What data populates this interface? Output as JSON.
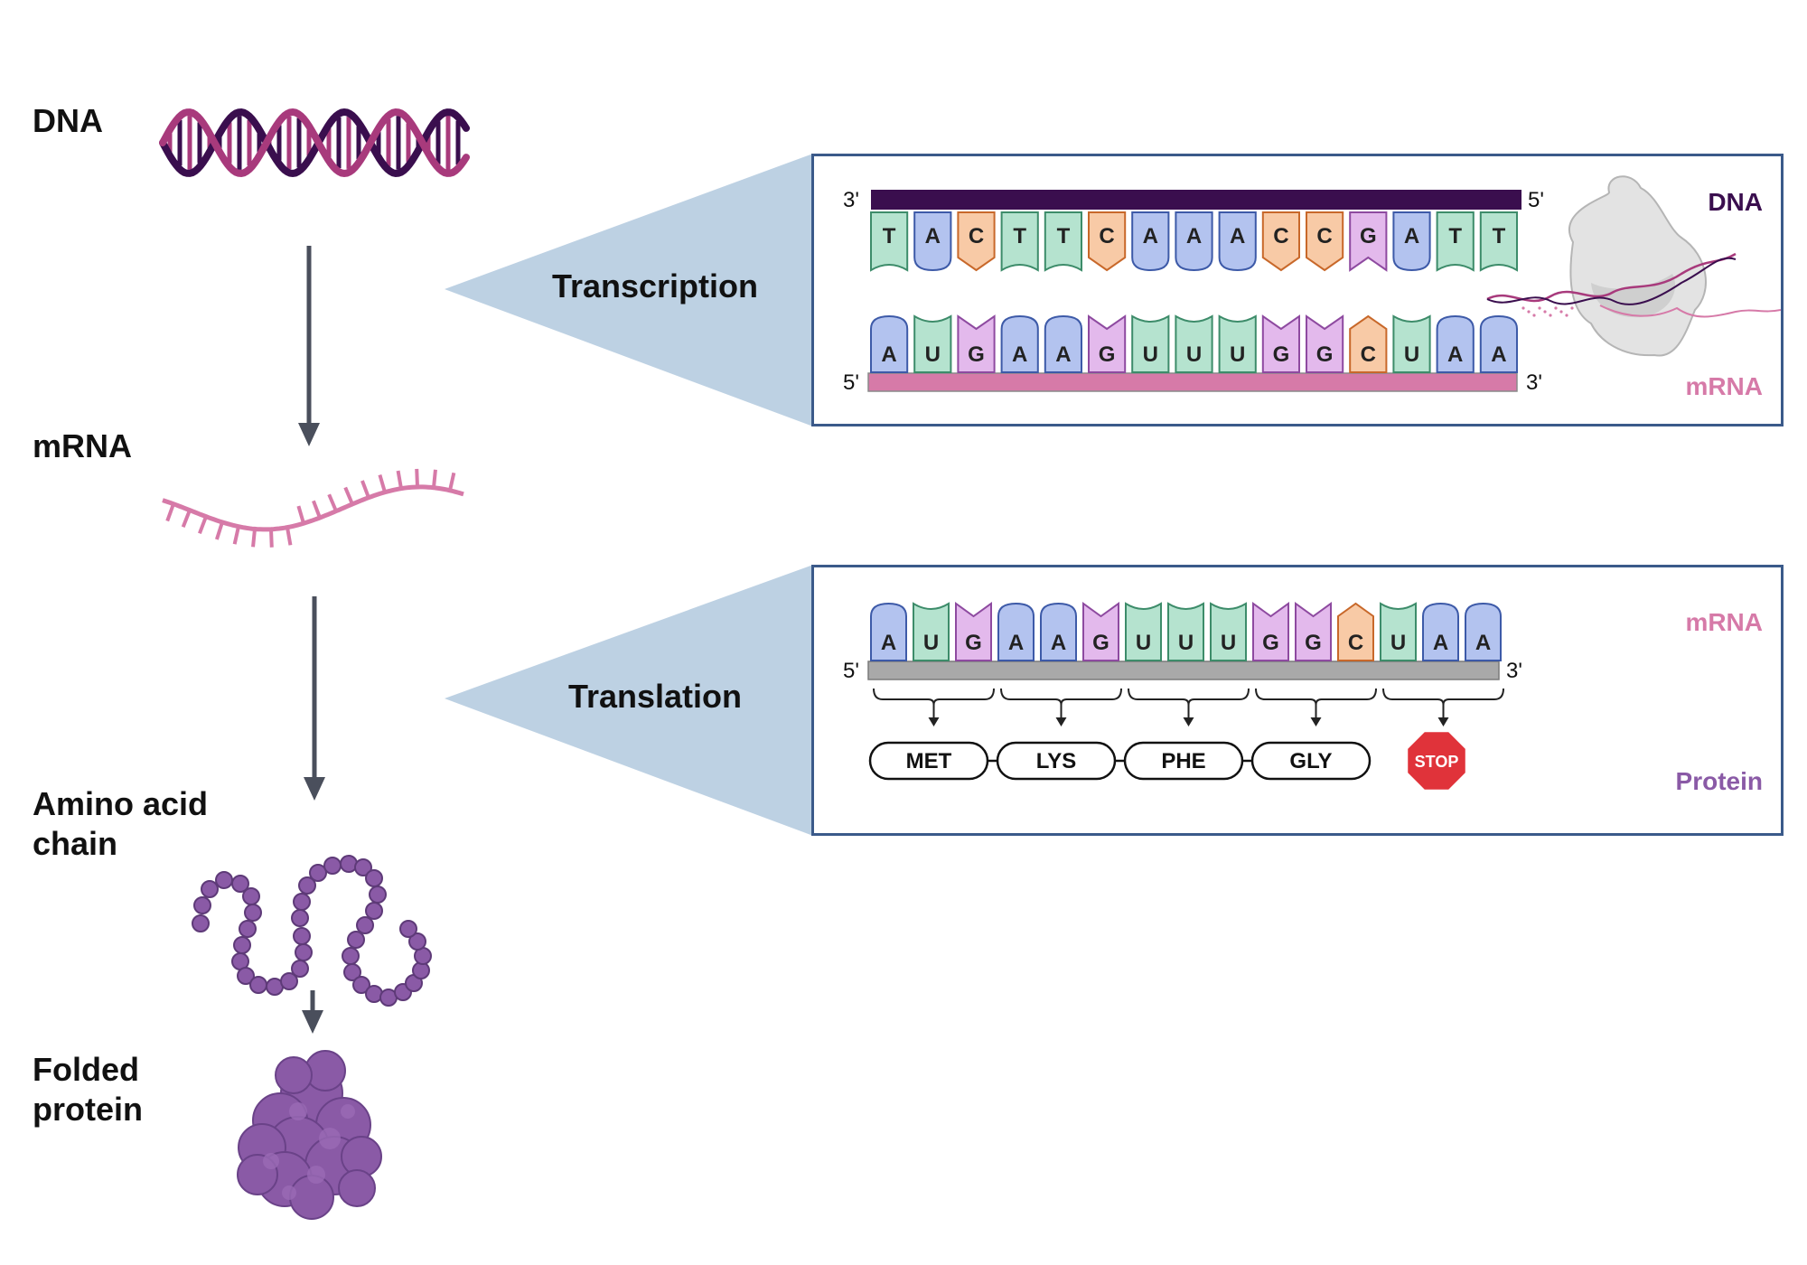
{
  "stages": {
    "dna": "DNA",
    "mrna": "mRNA",
    "amino_acid_chain": "Amino acid\nchain",
    "folded_protein": "Folded\nprotein"
  },
  "transcription": {
    "label": "Transcription",
    "dna_label": "DNA",
    "mrna_label": "mRNA",
    "dna_end_left": "3'",
    "dna_end_right": "5'",
    "mrna_end_left": "5'",
    "mrna_end_right": "3'",
    "template_bases": [
      "T",
      "A",
      "C",
      "T",
      "T",
      "C",
      "A",
      "A",
      "A",
      "C",
      "C",
      "G",
      "A",
      "T",
      "T"
    ],
    "mrna_bases": [
      "A",
      "U",
      "G",
      "A",
      "A",
      "G",
      "U",
      "U",
      "U",
      "G",
      "G",
      "C",
      "U",
      "A",
      "A"
    ]
  },
  "translation": {
    "label": "Translation",
    "mrna_label": "mRNA",
    "protein_label": "Protein",
    "end_left": "5'",
    "end_right": "3'",
    "mrna_bases": [
      "A",
      "U",
      "G",
      "A",
      "A",
      "G",
      "U",
      "U",
      "U",
      "G",
      "G",
      "C",
      "U",
      "A",
      "A"
    ],
    "amino_acids": [
      "MET",
      "LYS",
      "PHE",
      "GLY"
    ],
    "stop_label": "STOP"
  },
  "colors": {
    "A": "#b3c3ef",
    "T": "#b5e3cf",
    "U": "#b5e3cf",
    "C": "#f8caa6",
    "G": "#e3b9ec",
    "dna_dark": "#3a0e4e",
    "dna_pink": "#a83a7c",
    "mrna_pink": "#d67aa8",
    "protein_purple": "#8a5aa6",
    "panel_border": "#3b5a8a",
    "wedge": "#bdd1e3",
    "stop_red": "#e0333a"
  }
}
